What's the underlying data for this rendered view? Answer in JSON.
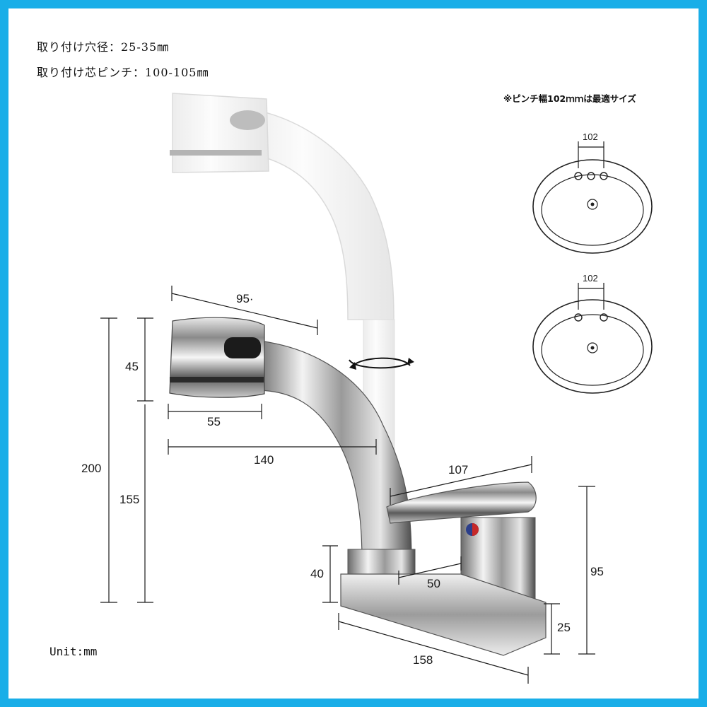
{
  "specs": {
    "hole_diameter": "取り付け穴径：25-35㎜",
    "center_pitch": "取り付け芯ピンチ：100-105㎜"
  },
  "note": "※ピンチ幅102ｍｍは最適サイズ",
  "unit": "Unit:mm",
  "dimensions": {
    "d95_head": "95·",
    "d45": "45",
    "d55": "55",
    "d140": "140",
    "d200": "200",
    "d155": "155",
    "d107": "107",
    "d40": "40",
    "d50": "50",
    "d95_body": "95",
    "d25": "25",
    "d158": "158",
    "basin1_pitch": "102",
    "basin2_pitch": "102"
  },
  "colors": {
    "border": "#19aee8",
    "chrome_light": "#f4f4f4",
    "chrome_dark": "#3a3a3a"
  }
}
